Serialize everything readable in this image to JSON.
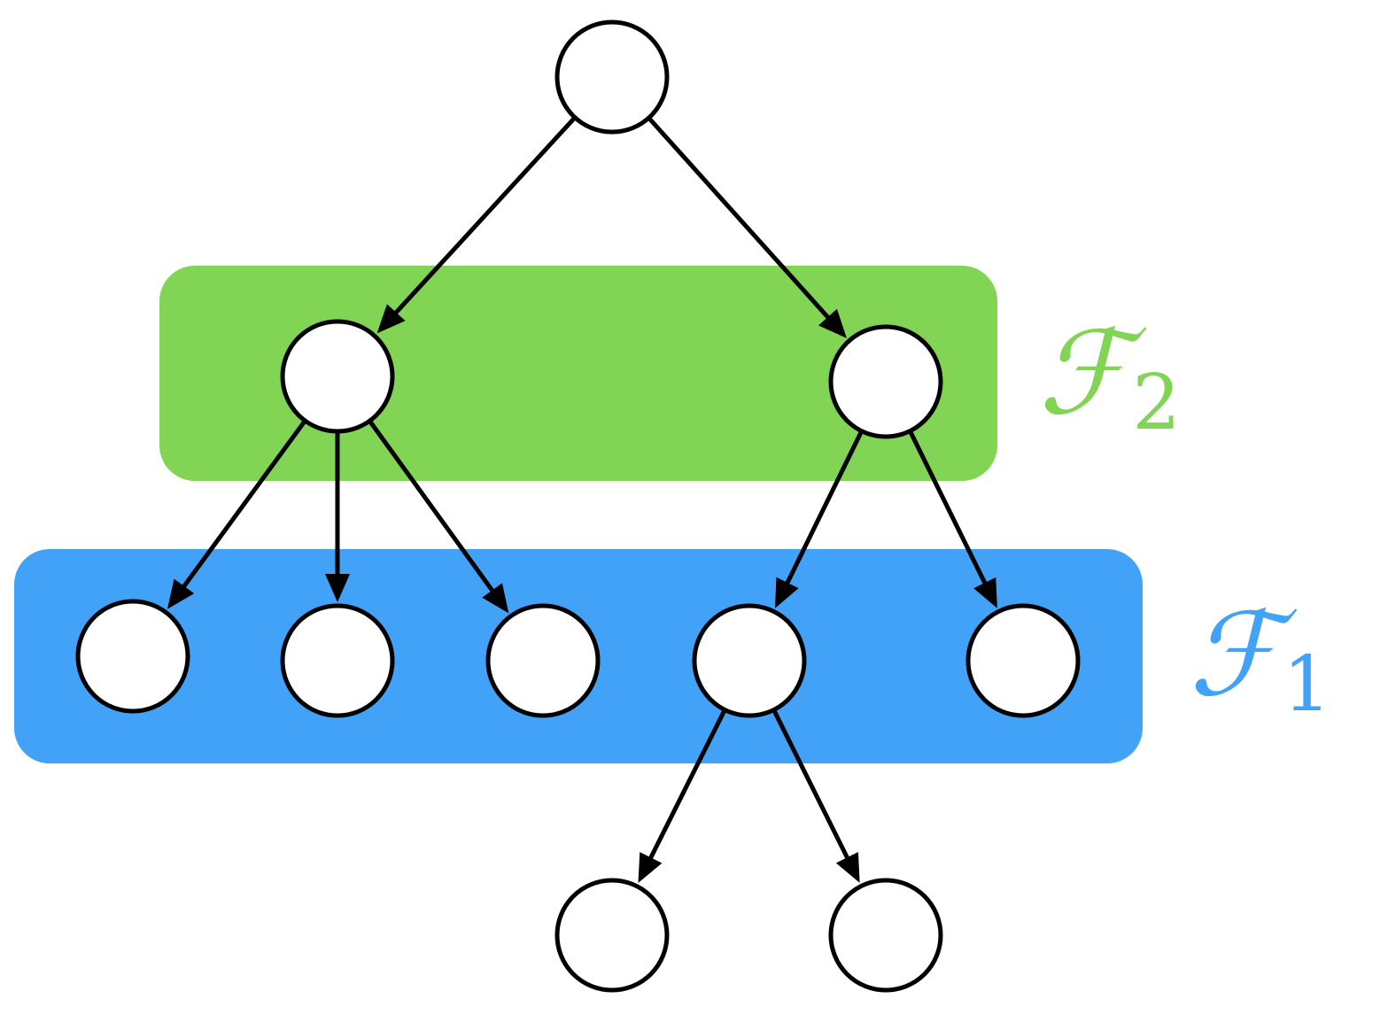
{
  "groups": [
    {
      "id": "f2",
      "label": "ℱ",
      "subscript": "2",
      "color": "#82d455"
    },
    {
      "id": "f1",
      "label": "ℱ",
      "subscript": "1",
      "color": "#42a2f7"
    }
  ],
  "nodes": [
    {
      "id": "root"
    },
    {
      "id": "l1-left",
      "group": "f2"
    },
    {
      "id": "l1-right",
      "group": "f2"
    },
    {
      "id": "l2-a",
      "group": "f1"
    },
    {
      "id": "l2-b",
      "group": "f1"
    },
    {
      "id": "l2-c",
      "group": "f1"
    },
    {
      "id": "l2-d",
      "group": "f1"
    },
    {
      "id": "l2-e",
      "group": "f1"
    },
    {
      "id": "l3-a"
    },
    {
      "id": "l3-b"
    }
  ],
  "edges": [
    {
      "from": "root",
      "to": "l1-left"
    },
    {
      "from": "root",
      "to": "l1-right"
    },
    {
      "from": "l1-left",
      "to": "l2-a"
    },
    {
      "from": "l1-left",
      "to": "l2-b"
    },
    {
      "from": "l1-left",
      "to": "l2-c"
    },
    {
      "from": "l1-right",
      "to": "l2-d"
    },
    {
      "from": "l1-right",
      "to": "l2-e"
    },
    {
      "from": "l2-d",
      "to": "l3-a"
    },
    {
      "from": "l2-d",
      "to": "l3-b"
    }
  ],
  "colors": {
    "node_fill": "#ffffff",
    "stroke": "#000000"
  }
}
